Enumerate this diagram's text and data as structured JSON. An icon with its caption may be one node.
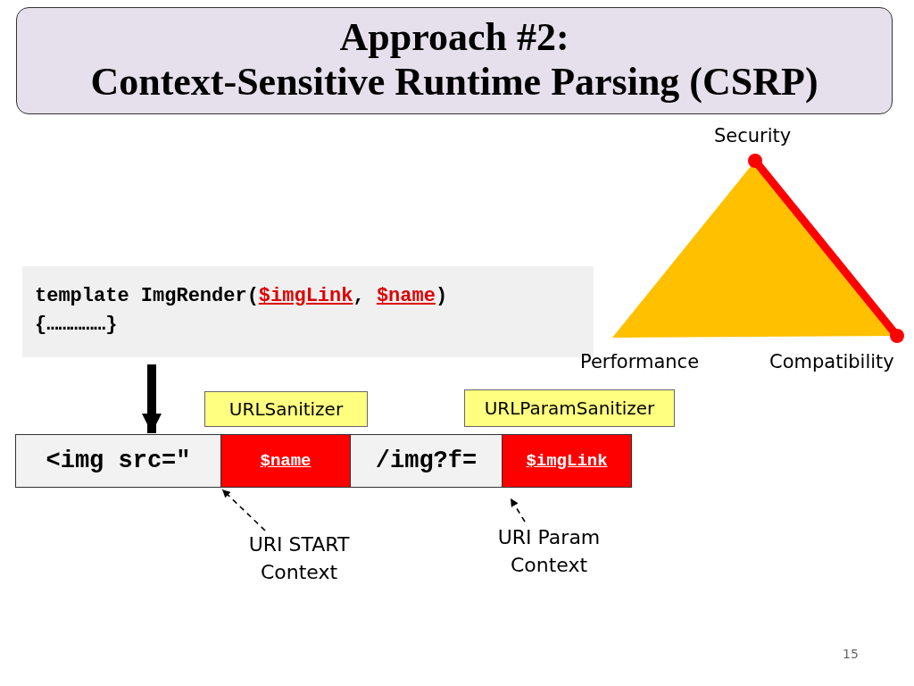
{
  "diagram": {
    "title": "Approach #2: Context-Sensitive Runtime Parsing (CSRP)",
    "nodes": [
      {
        "text": [
          "template ImgRender(**$imgLink**, **$name**)",
          "{……………}"
        ]
      },
      {
        "text": [
          "<img src=\""
        ]
      },
      {
        "text": [
          "$name"
        ]
      },
      {
        "text": [
          "/img?f="
        ]
      },
      {
        "text": [
          "$imgLink"
        ]
      },
      {
        "text": [
          "URLSanitizer"
        ]
      },
      {
        "text": [
          "URLParamSanitizer"
        ]
      },
      {
        "text": [
          "URI START Context"
        ]
      },
      {
        "text": [
          "URI Param Context"
        ]
      }
    ],
    "edges": [
      {
        "from": 0,
        "to": 1,
        "arrow": "to",
        "style": "thick"
      },
      {
        "from": 7,
        "to": 2,
        "arrow": "to",
        "style": "dashed"
      },
      {
        "from": 8,
        "to": 4,
        "arrow": "to",
        "style": "dashed"
      }
    ],
    "labels": [
      "Security",
      "Performance",
      "Compatibility",
      "15"
    ]
  }
}
